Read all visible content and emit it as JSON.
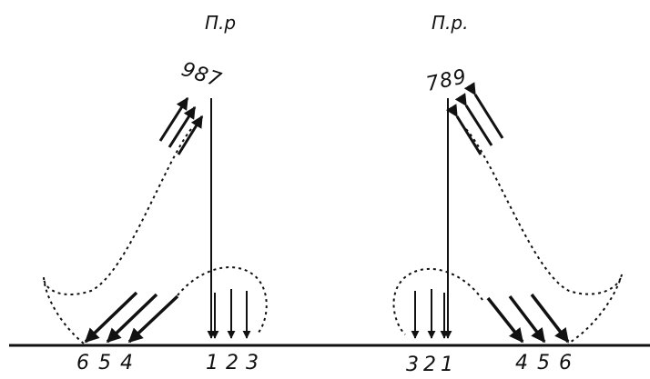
{
  "left_diagram": {
    "header": "П.р",
    "top_digits": [
      "9",
      "8",
      "7"
    ],
    "bottom_digits": [
      "6",
      "5",
      "4",
      "1",
      "2",
      "3"
    ]
  },
  "right_diagram": {
    "header": "П.р.",
    "top_digits": [
      "7",
      "8",
      "9"
    ],
    "bottom_digits": [
      "3",
      "2",
      "1",
      "4",
      "5",
      "6"
    ]
  },
  "style": {
    "ink": "#111111",
    "background": "#ffffff"
  }
}
